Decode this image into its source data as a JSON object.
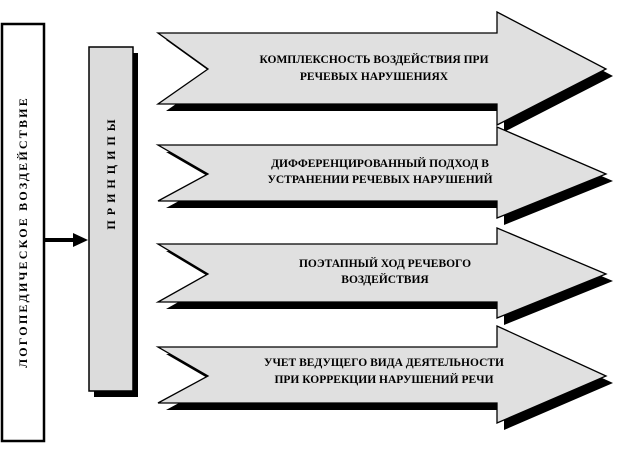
{
  "left_box": {
    "label": "ЛОГОПЕДИЧЕСКОЕ ВОЗДЕЙСТВИЕ"
  },
  "middle_box": {
    "label": "П Р И Н Ц И П Ы"
  },
  "arrows": [
    {
      "line1": "КОМПЛЕКСНОСТЬ ВОЗДЕЙСТВИЯ ПРИ",
      "line2": "РЕЧЕВЫХ  НАРУШЕНИЯХ"
    },
    {
      "line1": "ДИФФЕРЕНЦИРОВАННЫЙ ПОДХОД В",
      "line2": "УСТРАНЕНИИ РЕЧЕВЫХ  НАРУШЕНИЙ"
    },
    {
      "line1": "ПОЭТАПНЫЙ  ХОД  РЕЧЕВОГО",
      "line2": "ВОЗДЕЙСТВИЯ"
    },
    {
      "line1": "УЧЕТ ВЕДУЩЕГО ВИДА ДЕЯТЕЛЬНОСТИ",
      "line2": "ПРИ КОРРЕКЦИИ НАРУШЕНИЙ  РЕЧИ"
    }
  ],
  "colors": {
    "arrow_fill": "#e0e0e0",
    "box_fill": "#dcdcdc",
    "shadow": "#000000",
    "stroke": "#000000"
  }
}
